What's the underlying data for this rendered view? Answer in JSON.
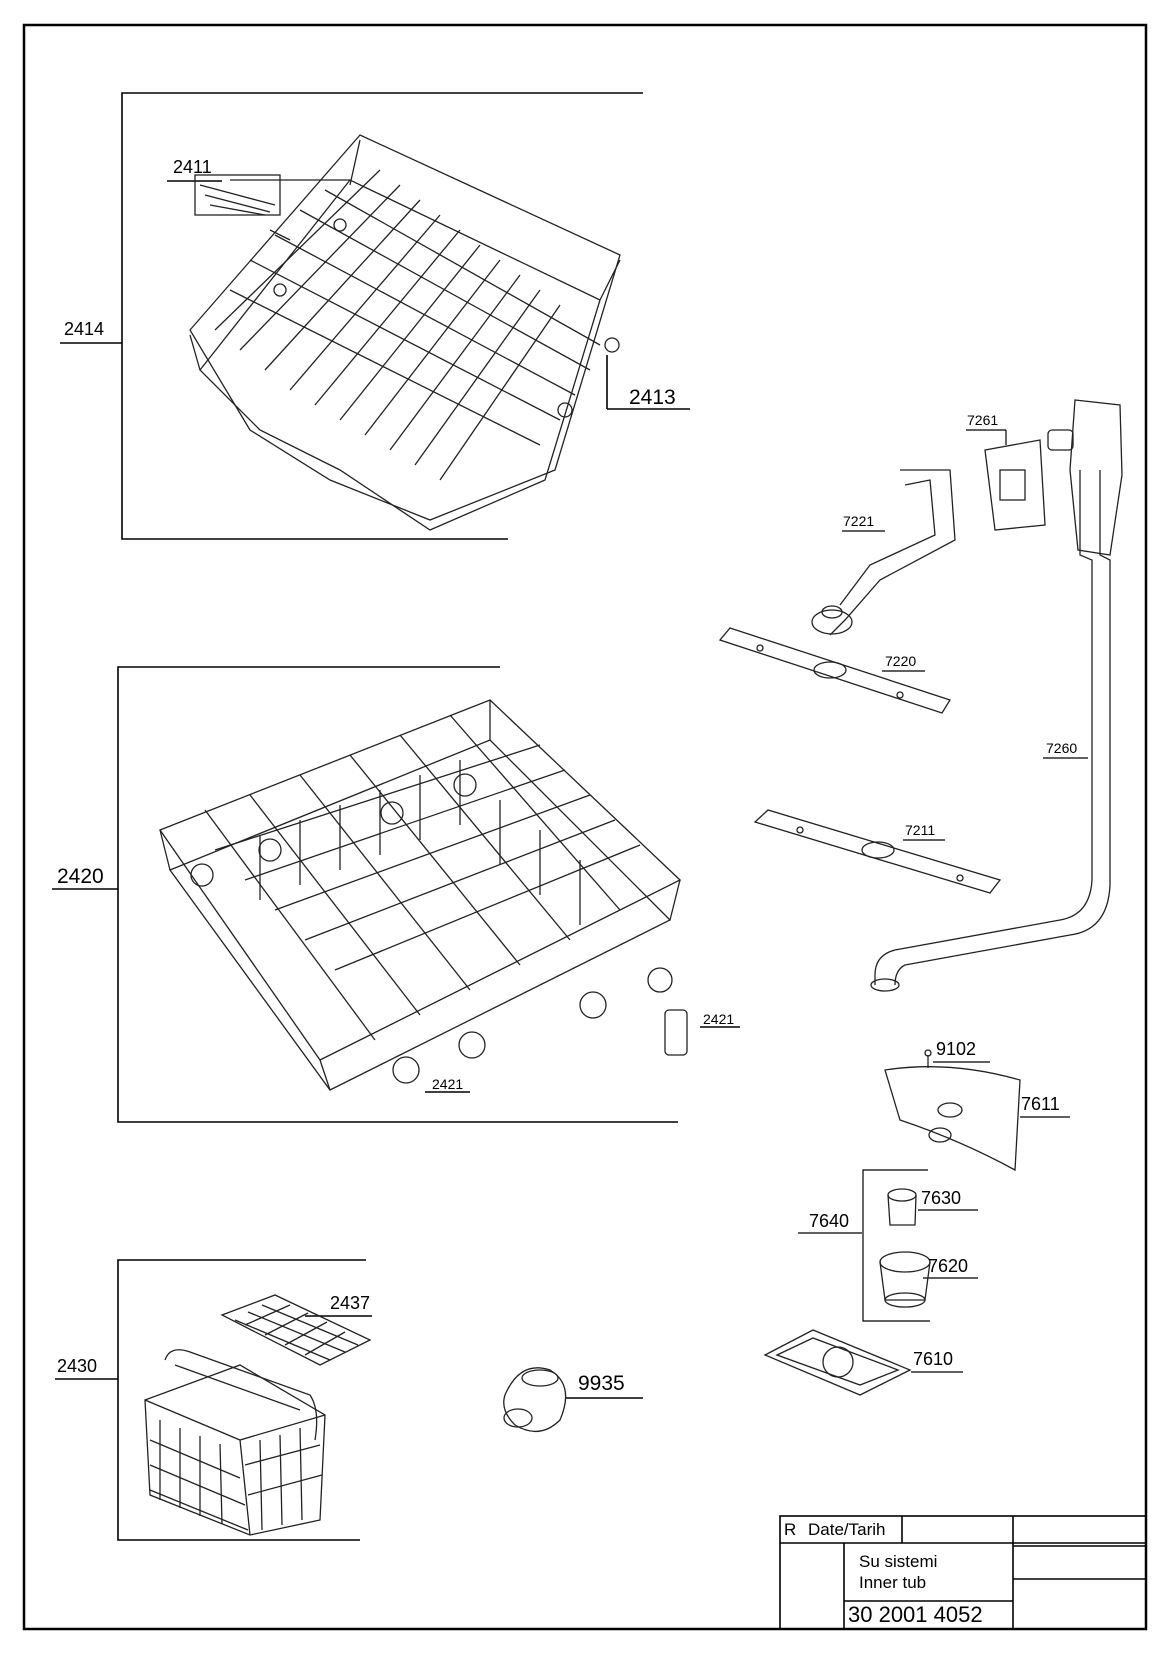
{
  "labels": {
    "p2411": "2411",
    "p2414": "2414",
    "p2413": "2413",
    "p2420": "2420",
    "p2421a": "2421",
    "p2421b": "2421",
    "p2430": "2430",
    "p2437": "2437",
    "p9935": "9935",
    "p7261": "7261",
    "p7221": "7221",
    "p7220": "7220",
    "p7260": "7260",
    "p7211": "7211",
    "p9102": "9102",
    "p7611": "7611",
    "p7630": "7630",
    "p7640": "7640",
    "p7620": "7620",
    "p7610": "7610"
  },
  "title_block": {
    "rev": "R",
    "date_label": "Date/Tarih",
    "name_tr": "Su sistemi",
    "name_en": "Inner tub",
    "part_number": "30 2001 4052"
  }
}
